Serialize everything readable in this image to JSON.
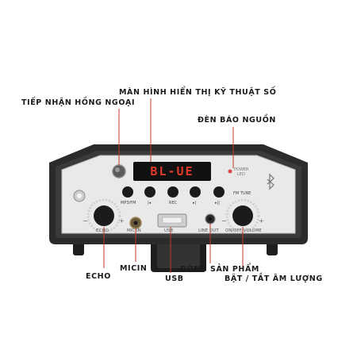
{
  "colors": {
    "leader_line": "#c0392b",
    "device_body": "#2b2b2b",
    "panel": "#e9e9e9",
    "display_text": "#e23a2a",
    "led": "#d94a4a"
  },
  "callouts": {
    "infrared": "TIẾP NHẬN HỒNG NGOẠI",
    "display": "MÀN HÌNH HIỂN THỊ KỸ THUẬT SỐ",
    "power_led": "ĐÈN BÁO NGUỒN",
    "echo": "ECHO",
    "micin": "MICIN",
    "usb": "USB",
    "line_out": "DÒNG SẢN PHẨM",
    "power_volume": "BẬT / TẮT ÂM LƯỢNG"
  },
  "panel": {
    "display_text": "BL-UE",
    "power_led_label_1": "POWER",
    "power_led_label_2": "LED",
    "mp3fm": "MP3/FM",
    "rec": "REC",
    "fm_tune": "FM TUNE",
    "echo": "ECHO",
    "mic_in": "MIC IN",
    "usb": "USB",
    "line_out": "LINE OUT",
    "volume": "ON/OFF VOLUME",
    "minus": "−",
    "plus": "+",
    "bluetooth_icon": "bluetooth-icon",
    "prev_icon": "prev-track-icon",
    "next_icon": "next-track-icon",
    "play_pause_icon": "play-pause-icon"
  }
}
